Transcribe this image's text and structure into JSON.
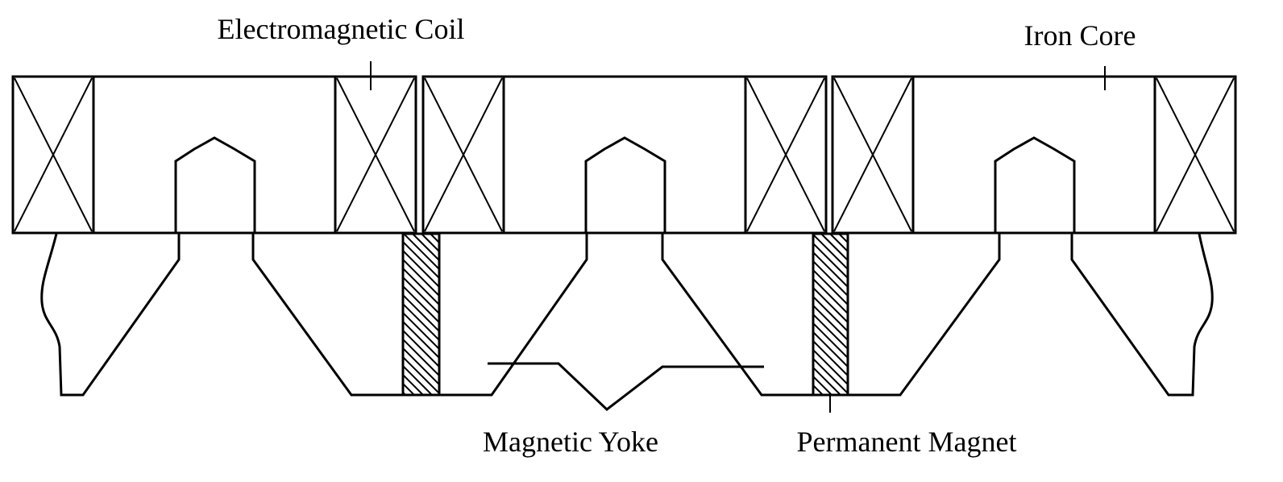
{
  "labels": {
    "coil": "Electromagnetic Coil",
    "core": "Iron Core",
    "yoke": "Magnetic Yoke",
    "magnet": "Permanent Magnet"
  },
  "colors": {
    "stroke": "#000000",
    "background": "#ffffff"
  }
}
